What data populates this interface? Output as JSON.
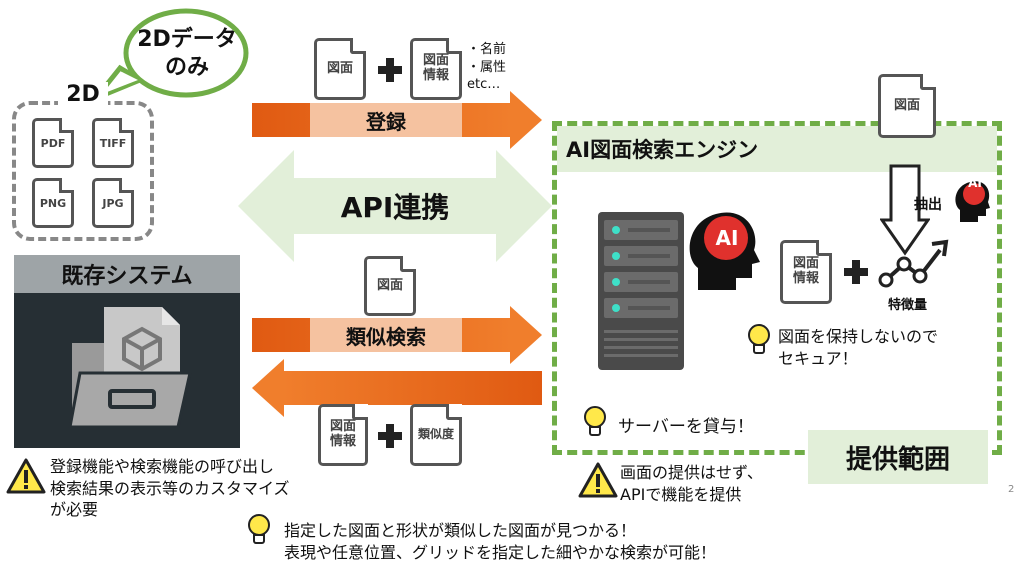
{
  "bubble": {
    "line1": "2Dデータ",
    "line2": "のみ"
  },
  "formats": {
    "title": "2D",
    "items": [
      "PDF",
      "TIFF",
      "PNG",
      "JPG"
    ]
  },
  "existing": {
    "title": "既存システム"
  },
  "register": {
    "doc1": "図面",
    "doc2_line1": "図面",
    "doc2_line2": "情報",
    "attrs": [
      "・名前",
      "・属性",
      "etc…"
    ],
    "arrow_label": "登録"
  },
  "api": {
    "label": "API連携"
  },
  "similar": {
    "doc": "図面",
    "arrow_label": "類似検索"
  },
  "result": {
    "doc1_line1": "図面",
    "doc1_line2": "情報",
    "doc2": "類似度"
  },
  "engine": {
    "title": "AI図面検索エンジン",
    "doc_top": "図面",
    "extract": "抽出",
    "ai": "AI",
    "info_line1": "図面",
    "info_line2": "情報",
    "feature": "特徴量",
    "secure_line1": "図面を保持しないので",
    "secure_line2": "セキュア！",
    "server_ai": "AI",
    "lend": "サーバーを貸与！",
    "scope": "提供範囲"
  },
  "notes": {
    "api_line1": "画面の提供はせず、",
    "api_line2": "APIで機能を提供",
    "custom_line1": "登録機能や検索機能の呼び出し",
    "custom_line2": "検索結果の表示等のカスタマイズ",
    "custom_line3": "が必要",
    "bottom_line1": "指定した図面と形状が類似した図面が見つかる！",
    "bottom_line2": "表現や任意位置、グリッドを指定した細やかな検索が可能！"
  },
  "page_number": "2",
  "colors": {
    "orange": "#f07e2c",
    "green": "#70ad47",
    "light_green": "#e2efd9",
    "dark": "#262f34",
    "gray": "#8a8a8a"
  }
}
